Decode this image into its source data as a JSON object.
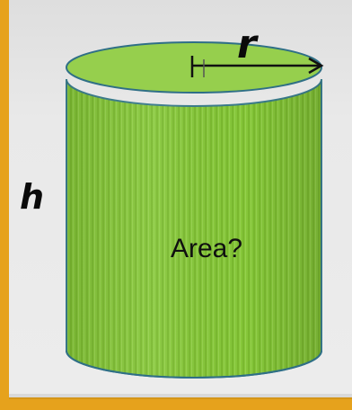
{
  "figure": {
    "height_label": "h",
    "radius_label": "r",
    "center_label": "Area?"
  },
  "colors": {
    "background": "#e6a21c",
    "panel": "#ececec",
    "cylinder_fill": "#88c93a",
    "cylinder_stroke": "#2f6f86",
    "top_fill": "#96cf4d"
  }
}
